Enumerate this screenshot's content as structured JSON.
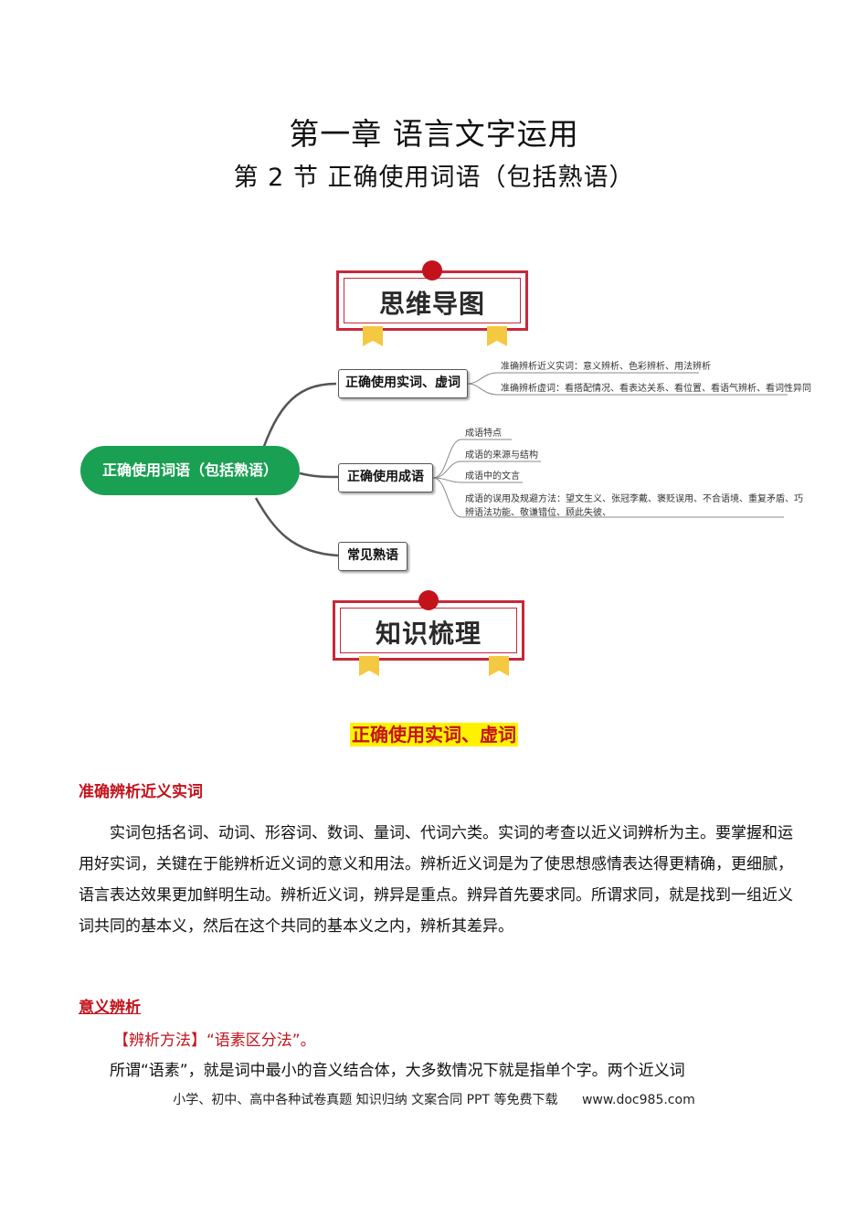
{
  "header": {
    "chapter": "第一章 语言文字运用",
    "section": "第 2 节 正确使用词语（包括熟语）"
  },
  "banners": {
    "mindmap": "思维导图",
    "knowledge": "知识梳理"
  },
  "mindmap": {
    "root": "正确使用词语（包括熟语）",
    "branches": [
      {
        "label": "正确使用实词、虚词",
        "leaves": [
          "准确辨析近义实词：意义辨析、色彩辨析、用法辨析",
          "准确辨析虚词：看搭配情况、看表达关系、看位置、看语气辨析、看词性异同"
        ]
      },
      {
        "label": "正确使用成语",
        "leaves": [
          "成语特点",
          "成语的来源与结构",
          "成语中的文言",
          "成语的误用及规避方法：望文生义、张冠李戴、褒贬误用、不合语境、重复矛盾、巧",
          "辨语法功能、敬谦错位、顾此失彼、"
        ]
      },
      {
        "label": "常见熟语",
        "leaves": []
      }
    ]
  },
  "content": {
    "section_title": "正确使用实词、虚词",
    "heading1": "准确辨析近义实词",
    "paragraph1": "实词包括名词、动词、形容词、数词、量词、代词六类。实词的考查以近义词辨析为主。要掌握和运用好实词，关键在于能辨析近义词的意义和用法。辨析近义词是为了使思想感情表达得更精确，更细腻，语言表达效果更加鲜明生动。辨析近义词，辨异是重点。辨异首先要求同。所谓求同，就是找到一组近义词共同的基本义，然后在这个共同的基本义之内，辨析其差异。",
    "heading2": "意义辨析",
    "method_label": "【辨析方法】",
    "method_text": "“语素区分法”。",
    "paragraph2": "所谓“语素”，就是词中最小的音义结合体，大多数情况下就是指单个字。两个近义词"
  },
  "footer": {
    "text": "小学、初中、高中各种试卷真题  知识归纳  文案合同  PPT 等免费下载",
    "url": "www.doc985.com"
  },
  "colors": {
    "red": "#c4121b",
    "green": "#1aa053",
    "yellow": "#fff200",
    "ribbon": "#f5c842"
  }
}
